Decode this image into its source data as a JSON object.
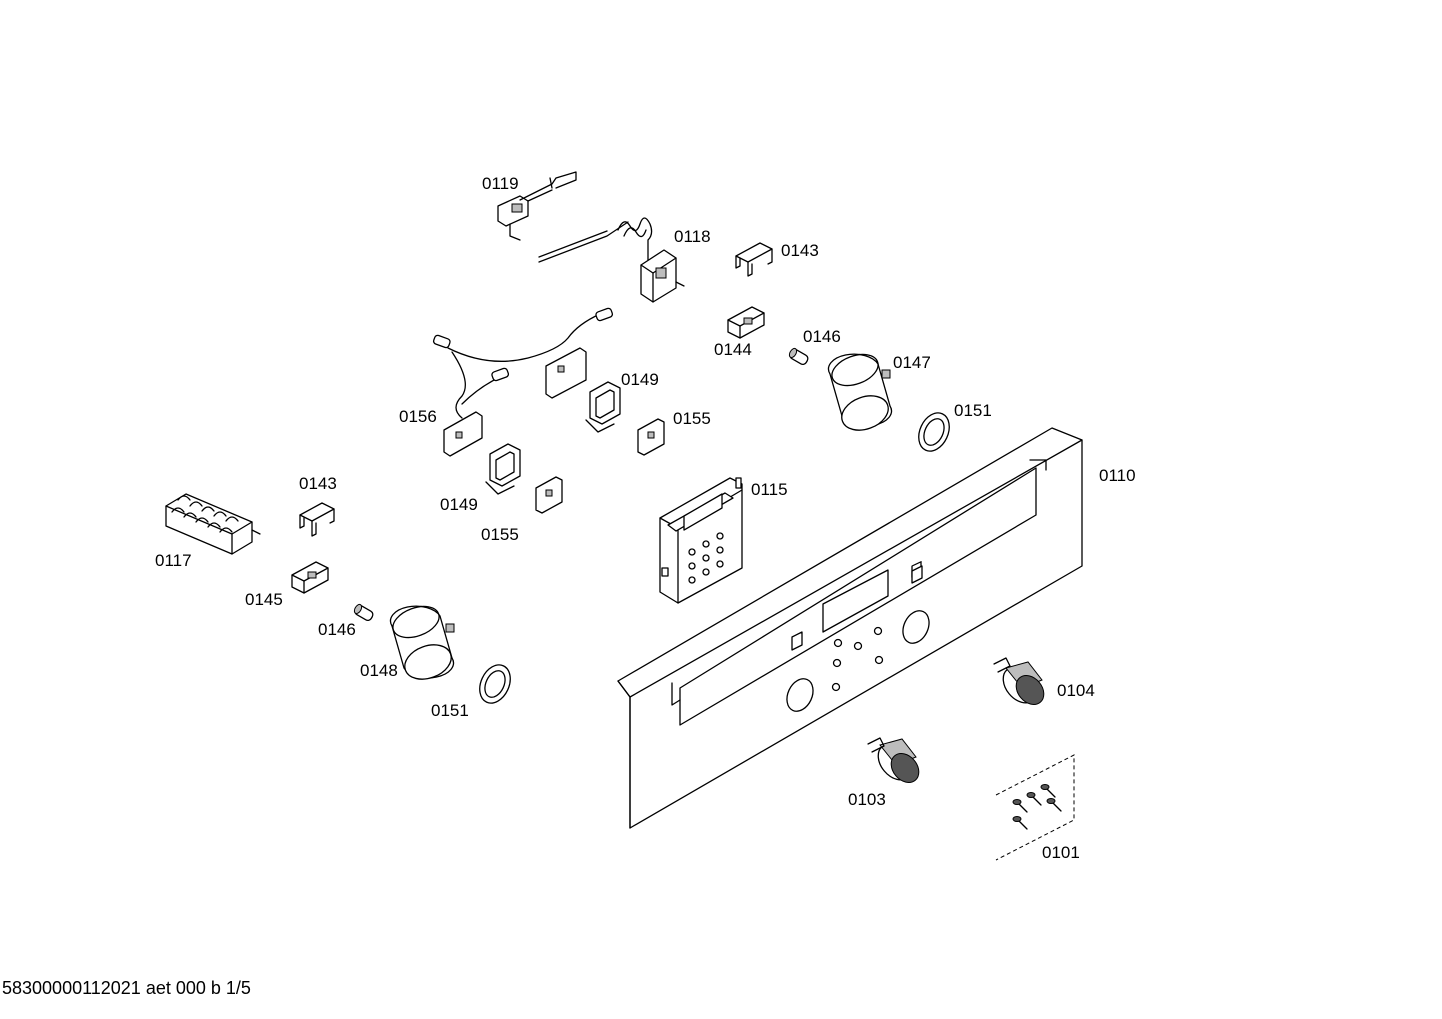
{
  "labels": {
    "p0119": "0119",
    "p0118": "0118",
    "p0143a": "0143",
    "p0144": "0144",
    "p0146a": "0146",
    "p0147": "0147",
    "p0151a": "0151",
    "p0149a": "0149",
    "p0155a": "0155",
    "p0156": "0156",
    "p0149b": "0149",
    "p0155b": "0155",
    "p0115": "0115",
    "p0110": "0110",
    "p0143b": "0143",
    "p0117": "0117",
    "p0145": "0145",
    "p0146b": "0146",
    "p0148": "0148",
    "p0151b": "0151",
    "p0104": "0104",
    "p0103": "0103",
    "p0101": "0101"
  },
  "footer": "58300000112021 aet 000 b 1/5"
}
